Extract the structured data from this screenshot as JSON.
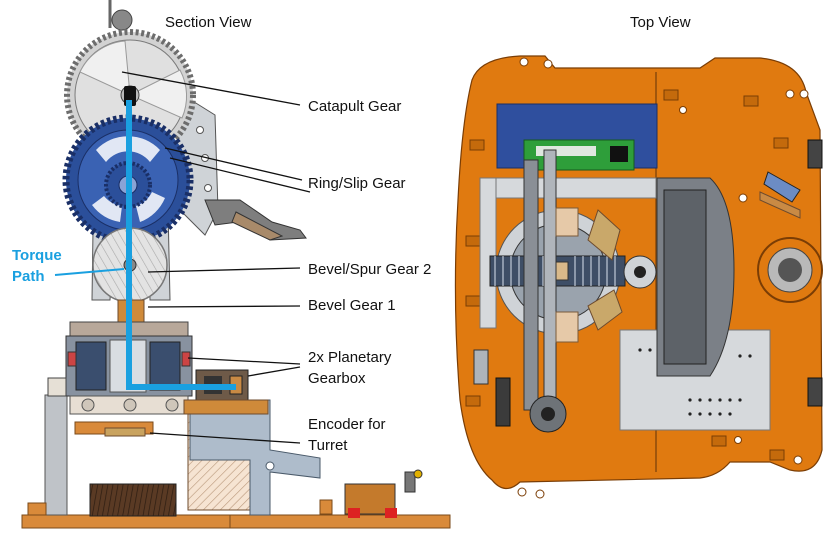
{
  "titles": {
    "section_view": "Section View",
    "top_view": "Top View"
  },
  "labels": {
    "catapult_gear": "Catapult Gear",
    "ring_slip_gear": "Ring/Slip Gear",
    "bevel_spur_gear_2": "Bevel/Spur Gear 2",
    "bevel_gear_1": "Bevel Gear 1",
    "planetary_line1": "2x Planetary",
    "planetary_line2": "Gearbox",
    "encoder_line1": "Encoder for",
    "encoder_line2": "Turret"
  },
  "torque_label": {
    "line1": "Torque",
    "line2": "Path"
  },
  "colors": {
    "torque_path": "#1aa0e0",
    "chassis_orange": "#e07a10",
    "blue_gear": "#2b4f9a",
    "grey_metal": "#bfc3c8",
    "board_green": "#2e9e3a",
    "board_blue": "#2f4f9e",
    "wood": "#d98a3a"
  },
  "icons": [
    "catapult-gear-graphic",
    "ring-gear-graphic",
    "bevel-gear-graphic",
    "planetary-gearbox-graphic",
    "robot-top-view-graphic"
  ]
}
